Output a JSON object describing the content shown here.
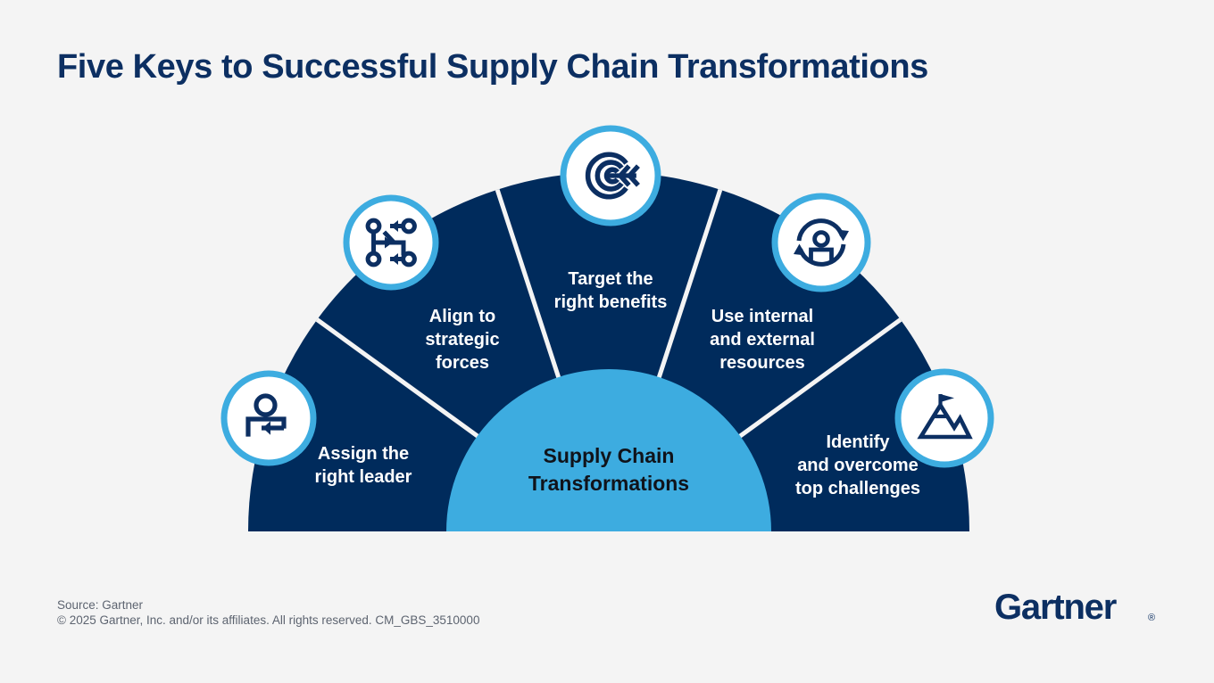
{
  "page": {
    "title": "Five Keys to Successful Supply Chain Transformations",
    "background_color": "#f4f4f4"
  },
  "colors": {
    "navy": "#002B5C",
    "title_navy": "#0c2f62",
    "light_blue": "#3DACE0",
    "white": "#ffffff",
    "hub_text": "#10131a",
    "footer_text": "#5d6470"
  },
  "diagram": {
    "type": "semicircle-segmented-wheel",
    "hub": {
      "line1": "Supply Chain",
      "line2": "Transformations",
      "fill": "#3DACE0",
      "text_color": "#10131a"
    },
    "segment_count": 5,
    "segments": [
      {
        "index": 1,
        "icon": "person-assign-arrow-icon",
        "lines": [
          "Assign the",
          "right leader"
        ],
        "angle_deg": 162
      },
      {
        "index": 2,
        "icon": "strategy-nodes-arrows-icon",
        "lines": [
          "Align to",
          "strategic",
          "forces"
        ],
        "angle_deg": 126
      },
      {
        "index": 3,
        "icon": "target-arrow-icon",
        "lines": [
          "Target the",
          "right benefits"
        ],
        "angle_deg": 90
      },
      {
        "index": 4,
        "icon": "person-cycle-arrows-icon",
        "lines": [
          "Use internal",
          "and external",
          "resources"
        ],
        "angle_deg": 54
      },
      {
        "index": 5,
        "icon": "mountain-flag-icon",
        "lines": [
          "Identify",
          "and overcome",
          "top challenges"
        ],
        "angle_deg": 18
      }
    ]
  },
  "footer": {
    "source": "Source: Gartner",
    "copyright": "© 2025 Gartner, Inc. and/or its affiliates. All rights reserved. CM_GBS_3510000",
    "logo_text": "Gartner",
    "logo_mark": "®"
  }
}
